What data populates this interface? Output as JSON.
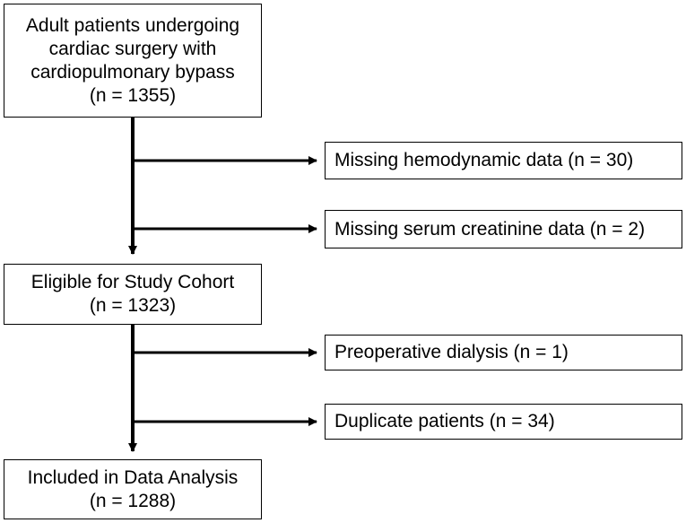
{
  "boxes": {
    "start": {
      "lines": [
        "Adult patients undergoing",
        "cardiac surgery with",
        "cardiopulmonary bypass",
        "(n = 1355)"
      ]
    },
    "eligible": {
      "lines": [
        "Eligible for Study Cohort",
        "(n = 1323)"
      ]
    },
    "included": {
      "lines": [
        "Included in Data Analysis",
        "(n = 1288)"
      ]
    }
  },
  "exclusions": [
    {
      "label": "Missing hemodynamic data (n = 30)"
    },
    {
      "label": "Missing serum creatinine data (n = 2)"
    },
    {
      "label": "Preoperative dialysis (n = 1)"
    },
    {
      "label": "Duplicate patients (n = 34)"
    }
  ],
  "colors": {
    "stroke": "#000000",
    "background": "#ffffff"
  }
}
